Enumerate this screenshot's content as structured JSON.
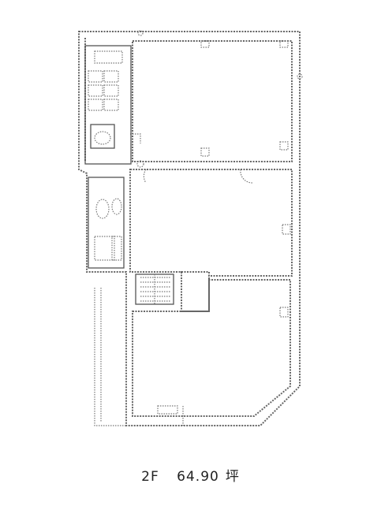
{
  "caption": {
    "floor": "2F",
    "area": "64.90",
    "unit": "坪"
  }
}
